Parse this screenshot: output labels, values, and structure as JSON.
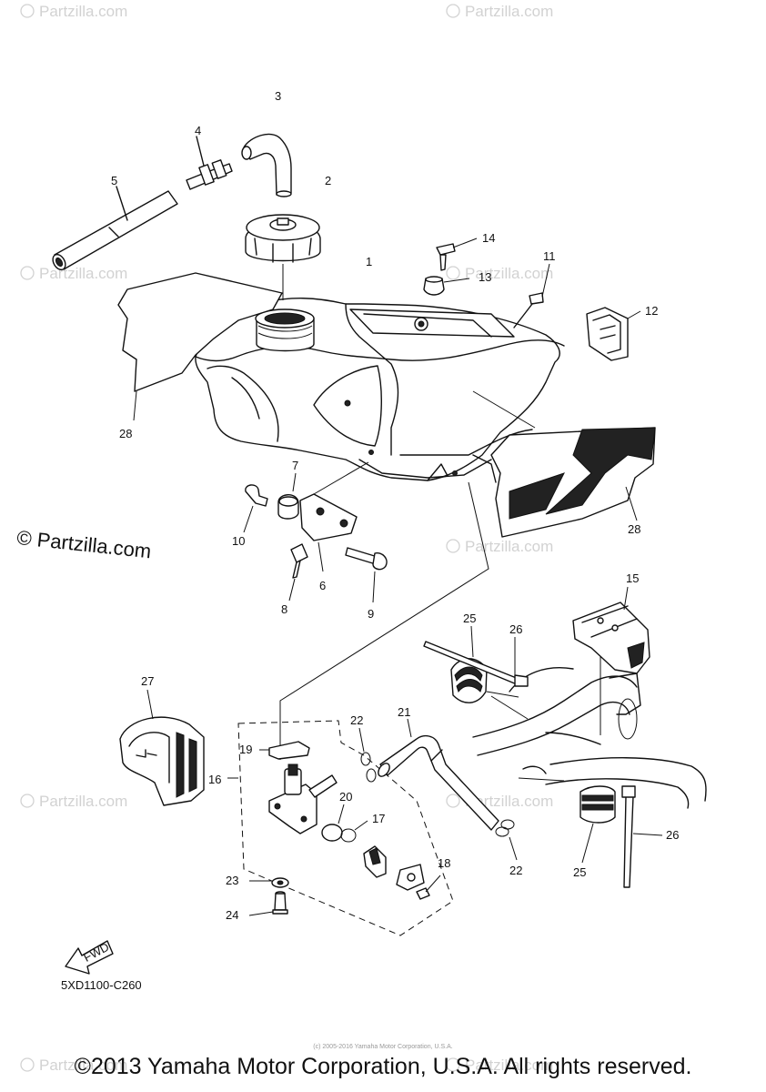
{
  "diagram_code": "5XD1100-C260",
  "copyright": "©2013 Yamaha Motor Corporation, U.S.A. All rights reserved.",
  "small_credit": "(c) 2005-2016 Yamaha Motor Corporation, U.S.A.",
  "partzilla_mark": "© Partzilla.com",
  "watermark_text": "Partzilla.com",
  "fwd_label": "FWD",
  "callouts": {
    "c1": "1",
    "c2": "2",
    "c3": "3",
    "c4": "4",
    "c5": "5",
    "c6": "6",
    "c7": "7",
    "c8": "8",
    "c9": "9",
    "c10": "10",
    "c11": "11",
    "c12": "12",
    "c13": "13",
    "c14": "14",
    "c15": "15",
    "c16": "16",
    "c17": "17",
    "c18": "18",
    "c19": "19",
    "c20": "20",
    "c21": "21",
    "c22a": "22",
    "c22b": "22",
    "c23": "23",
    "c24": "24",
    "c25a": "25",
    "c25b": "25",
    "c26a": "26",
    "c26b": "26",
    "c27": "27",
    "c28a": "28",
    "c28b": "28"
  }
}
